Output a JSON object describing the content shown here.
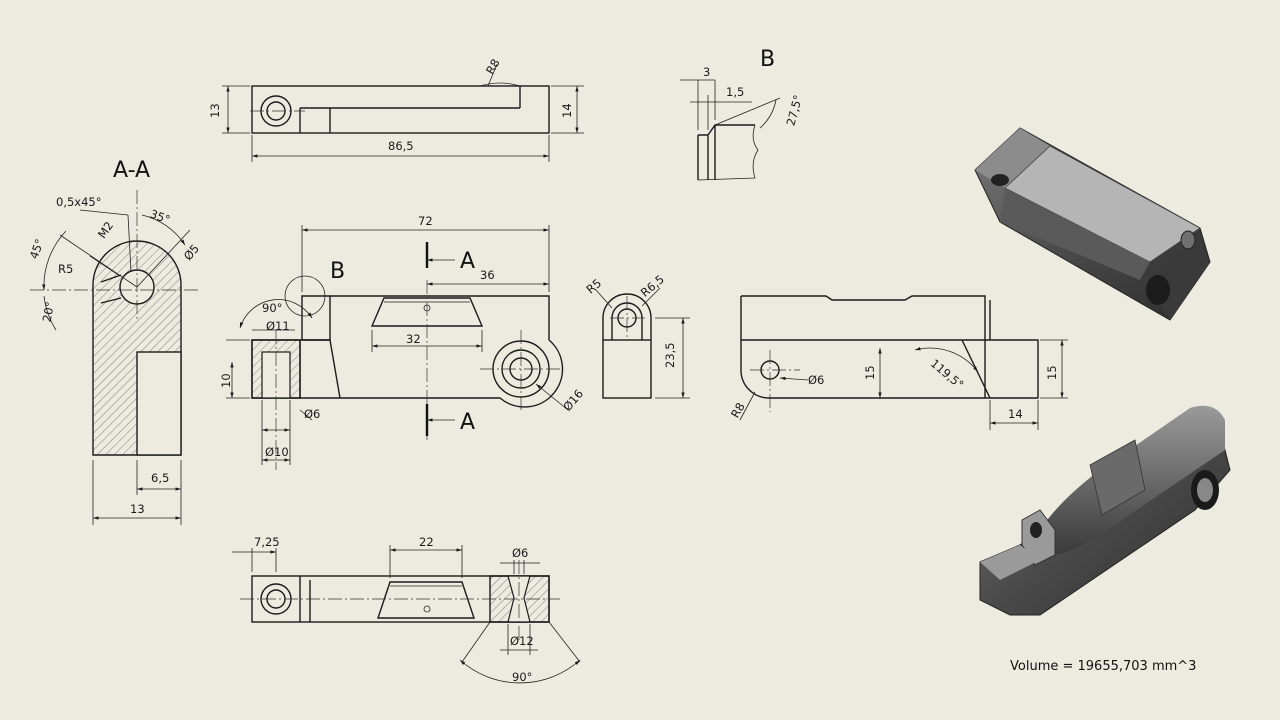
{
  "labels": {
    "section": "A-A",
    "detail": "B",
    "cut_a_top": "A",
    "cut_a_bottom": "A",
    "detail_ref": "B"
  },
  "volume": "Volume = 19655,703 mm^3",
  "dims": {
    "sec_chamfer": "0,5x45°",
    "sec_m2": "M2",
    "sec_35": "35°",
    "sec_45": "45°",
    "sec_phi5": "Ø5",
    "sec_r5": "R5",
    "sec_20": "20°",
    "sec_6_5": "6,5",
    "sec_13": "13",
    "top_r8": "R8",
    "top_13": "13",
    "top_14": "14",
    "top_86_5": "86,5",
    "det_3": "3",
    "det_1_5": "1,5",
    "det_27_5": "27,5°",
    "main_72": "72",
    "main_36": "36",
    "main_32": "32",
    "main_90": "90°",
    "main_phi11": "Ø11",
    "main_10": "10",
    "main_phi6": "Ø6",
    "main_phi10": "Ø10",
    "main_phi16": "Ø16",
    "side_r5": "R5",
    "side_r6_5": "R6,5",
    "side_23_5": "23,5",
    "right_phi6": "Ø6",
    "right_r8": "R8",
    "right_15a": "15",
    "right_119_5": "119,5°",
    "right_15b": "15",
    "right_14": "14",
    "bot_7_25": "7,25",
    "bot_22": "22",
    "bot_phi6": "Ø6",
    "bot_phi12": "Ø12",
    "bot_90": "90°"
  }
}
